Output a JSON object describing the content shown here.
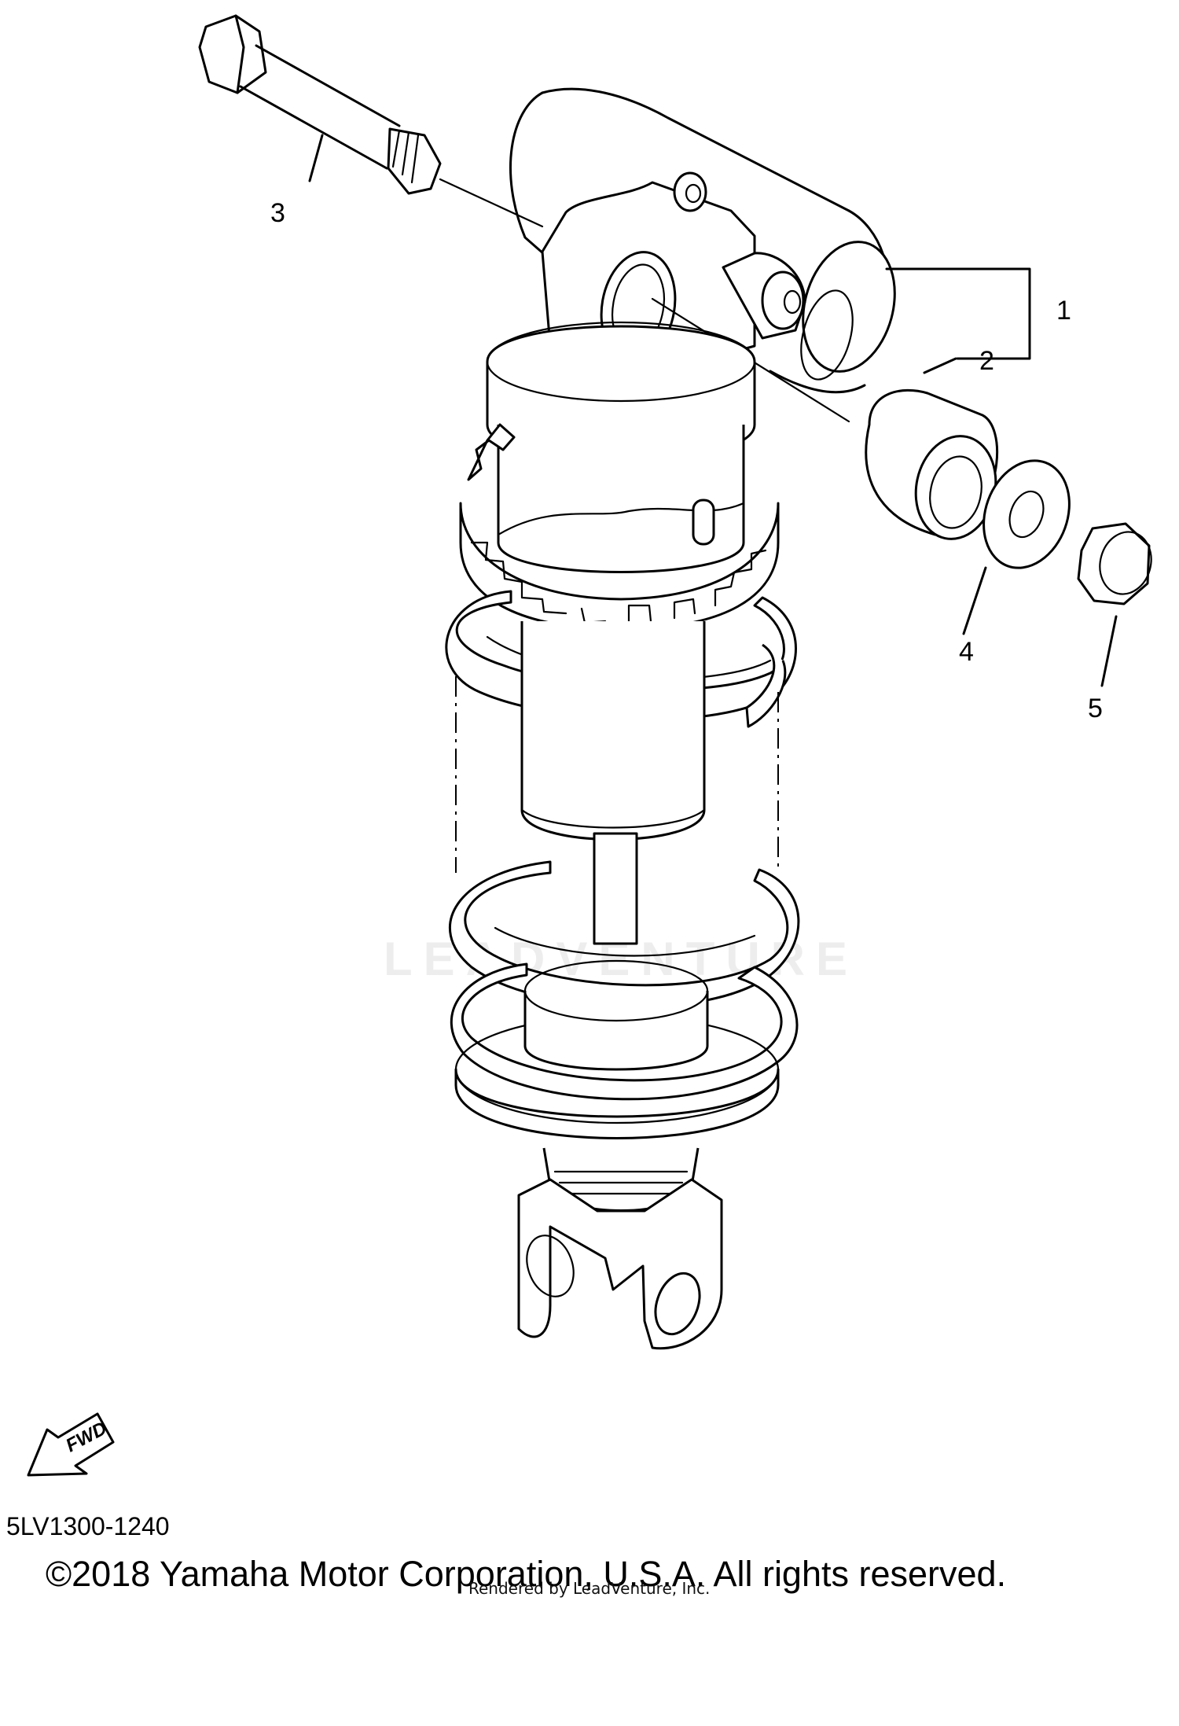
{
  "diagram": {
    "callouts": [
      {
        "id": "1",
        "label": "1"
      },
      {
        "id": "2",
        "label": "2"
      },
      {
        "id": "3",
        "label": "3"
      },
      {
        "id": "4",
        "label": "4"
      },
      {
        "id": "5",
        "label": "5"
      }
    ],
    "fwd_label": "FWD",
    "diagram_code": "5LV1300-1240",
    "copyright": "©2018 Yamaha Motor Corporation, U.S.A. All rights reserved.",
    "rendered_by": "Rendered by LeadVenture, Inc.",
    "watermark": "LEADVENTURE"
  }
}
